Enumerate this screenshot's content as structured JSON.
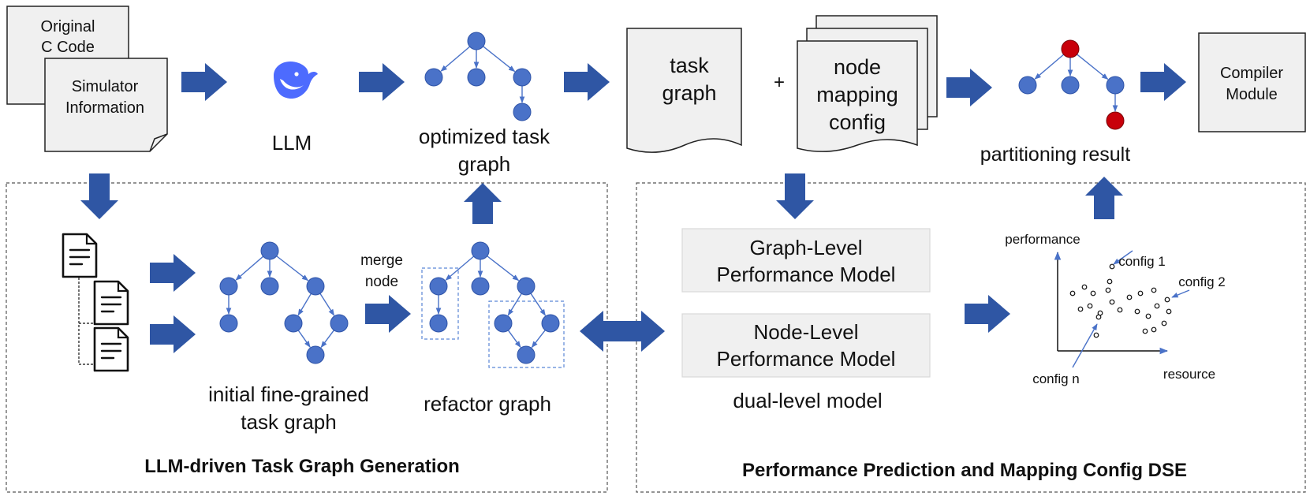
{
  "colors": {
    "node": "#4a72c8",
    "node_stroke": "#2f54a8",
    "arrow": "#2f56a4",
    "red_node": "#c8000a",
    "doc_fill": "#f0f0f0",
    "box_fill": "#f0f0f0",
    "section_border": "#555555",
    "llm_logo": "#4d6bfe"
  },
  "top_row": {
    "original_code": "Original\nC Code",
    "simulator_info": "Simulator\nInformation",
    "llm_label": "LLM",
    "llm_icon": "deepseek-whale-icon",
    "optimized_task_graph": "optimized task\ngraph",
    "task_graph": "task\ngraph",
    "plus": "+",
    "node_mapping_config": "node\nmapping\nconfig",
    "partitioning_result": "partitioning result",
    "compiler_module": "Compiler\nModule"
  },
  "left_section": {
    "title": "LLM-driven Task Graph Generation",
    "doc_icon": "document-icon",
    "initial_graph": "initial fine-grained\ntask graph",
    "merge_node": "merge\nnode",
    "refactor_graph": "refactor graph"
  },
  "right_section": {
    "title": "Performance Prediction and Mapping Config DSE",
    "graph_level_model": "Graph-Level\nPerformance Model",
    "node_level_model": "Node-Level\nPerformance Model",
    "dual_level_model": "dual-level model",
    "scatter": {
      "y_label": "performance",
      "x_label": "resource",
      "annotations": [
        "config 1",
        "config 2",
        "config n"
      ]
    }
  }
}
